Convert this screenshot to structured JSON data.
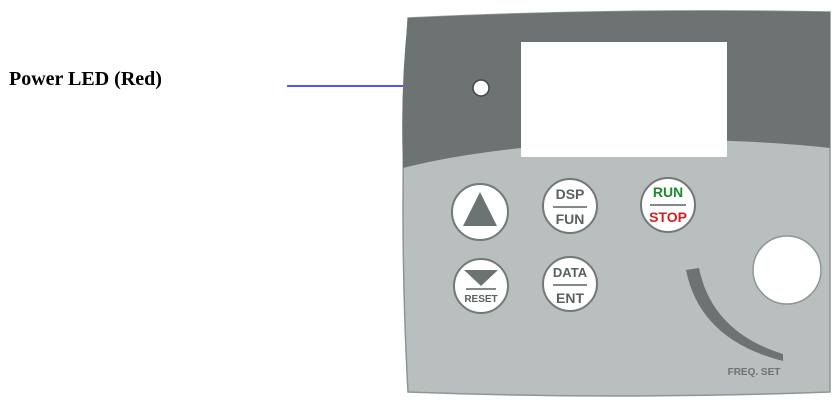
{
  "callout": {
    "label": "Power LED (Red)",
    "arrow_color": "#1a1aff"
  },
  "keypad": {
    "display": {
      "state": "blank"
    },
    "power_led": {
      "color": "#ffffff"
    },
    "buttons": {
      "up": {
        "icon": "up-triangle-icon"
      },
      "down_reset": {
        "icon": "down-triangle-icon",
        "label": "RESET"
      },
      "dsp_fun": {
        "top": "DSP",
        "bottom": "FUN"
      },
      "data_ent": {
        "top": "DATA",
        "bottom": "ENT"
      },
      "run_stop": {
        "top": "RUN",
        "bottom": "STOP",
        "run_color": "#1a8a2a",
        "stop_color": "#d42020"
      }
    },
    "freq_knob": {
      "label": "FREQ. SET"
    },
    "colors": {
      "panel_dark": "#6d7373",
      "panel_light": "#b9bfbf",
      "key_text": "#5a6060"
    }
  }
}
